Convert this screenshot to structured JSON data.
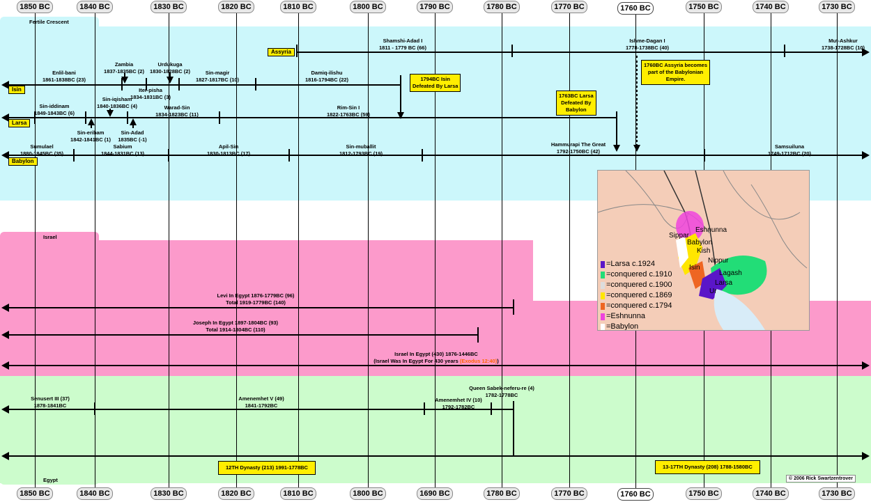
{
  "years_top": [
    "1850 BC",
    "1840 BC",
    "1830 BC",
    "1820 BC",
    "1810 BC",
    "1800 BC",
    "1790 BC",
    "1780 BC",
    "1770 BC",
    "1760 BC",
    "1750 BC",
    "1740 BC",
    "1730 BC"
  ],
  "years_bottom": [
    "1850 BC",
    "1840 BC",
    "1830 BC",
    "1820 BC",
    "1810 BC",
    "1800 BC",
    "1690 BC",
    "1780 BC",
    "1770 BC",
    "1760 BC",
    "1750 BC",
    "1740 BC",
    "1730 BC"
  ],
  "regions": {
    "fertile": "Fertile Crescent",
    "israel": "Israel",
    "egypt": "Egypt"
  },
  "colors": {
    "fertile": "#ccf7fb",
    "israel": "#fc9acb",
    "egypt": "#ccfccc",
    "tag": "#ffee00"
  },
  "rows": {
    "assyria": "Assyria",
    "isin": "Isin",
    "larsa": "Larsa",
    "babylon": "Babylon"
  },
  "assyria": {
    "shamshi": [
      "Shamshi-Adad I",
      "1811 - 1779 BC (66)"
    ],
    "ishme": [
      "Ishme-Dagan I",
      "1778-1738BC (40)"
    ],
    "mut": [
      "Mut-Ashkur",
      "1738-1728BC (10)"
    ]
  },
  "isin": {
    "enlil": [
      "Enlil-bani",
      "1861-1838BC (23)"
    ],
    "zambia": [
      "Zambia",
      "1837-1835BC (2)"
    ],
    "urdukuga": [
      "Urdukuga",
      "1830-1828BC (2)"
    ],
    "iter": [
      "Iter-pisha",
      "1834-1831BC (3)"
    ],
    "sinmagir": [
      "Sin-magir",
      "1827-1817BC (10)"
    ],
    "damiq": [
      "Damiq-ilishu",
      "1816-1794BC (22)"
    ]
  },
  "larsa": {
    "sinidd": [
      "Sin-iddinam",
      "1849-1843BC (6)"
    ],
    "siniqi": [
      "Sin-iqisham",
      "1840-1836BC (4)"
    ],
    "warad": [
      "Warad-Sin",
      "1834-1823BC (11)"
    ],
    "rim": [
      "Rim-Sin I",
      "1822-1763BC (59)"
    ],
    "sineri": [
      "Sin-eribam",
      "1842-1841BC (1)"
    ],
    "sinadad": [
      "Sin-Adad",
      "1835BC (-1)"
    ]
  },
  "babylon": {
    "sumu": [
      "Sumulael",
      "1880-1845BC (35)"
    ],
    "sabium": [
      "Sabium",
      "1844-1831BC (13)"
    ],
    "apil": [
      "Apil-Sin",
      "1830-1813BC (17)"
    ],
    "sinmub": [
      "Sin-muballit",
      "1812-1793BC (19)"
    ],
    "hamm": [
      "Hammurapi The Great",
      "1792-1750BC (42)"
    ],
    "samsu": [
      "Samsuiluna",
      "1749-1712BC (20)"
    ]
  },
  "notes": {
    "isin": [
      "1794BC Isin",
      "Defeated By Larsa"
    ],
    "larsa": [
      "1763BC Larsa",
      "Defeated By",
      "Babylon"
    ],
    "assyria": [
      "1760BC Assyria becomes",
      "part of the Babylonian",
      "Empire."
    ]
  },
  "israel": {
    "levi": [
      "Levi In Egypt 1876-1779BC (96)",
      "Total 1919-1779BC (140)"
    ],
    "joseph": [
      "Joseph In Egypt 1897-1804BC (93)",
      "Total 1914-1804BC (110)"
    ],
    "israel_line1": "Israel In Egypt (430) 1876-1446BC",
    "israel_line2": "(Israel Was In Egypt For 430 years ",
    "exodus": "(Exodus 12:40)",
    "close": ")"
  },
  "egypt": {
    "senusert": [
      "Senusert III (37)",
      "1878-1841BC"
    ],
    "amen5": [
      "Amenemhet V (49)",
      "1841-1792BC"
    ],
    "amen4": [
      "Amenemhet IV (10)",
      "1792-1782BC"
    ],
    "queen": [
      "Queen Sabek-neferu-re (4)",
      "1782-1778BC"
    ],
    "dyn12": "12TH Dynasty (213) 1991-1778BC",
    "dyn13": "13-17TH Dynasty (208) 1788-1580BC"
  },
  "map": {
    "places": [
      "Eshnunna",
      "Sippar",
      "Babylon",
      "Kish",
      "Nippur",
      "Isin",
      "Lagash",
      "Larsa",
      "Ur"
    ],
    "legend": [
      "=Larsa c.1924",
      "=conquered c.1910",
      "=conquered c.1900",
      "=conquered c.1869",
      "=conquered c.1794",
      "=Eshnunna",
      "=Babylon"
    ],
    "legend_colors": [
      "#5a16c8",
      "#22dd77",
      "#dddddd",
      "#ffe600",
      "#ee6622",
      "#ee44dd",
      "#ffffff"
    ]
  },
  "copyright": "© 2006 Rick Swartzentrover"
}
